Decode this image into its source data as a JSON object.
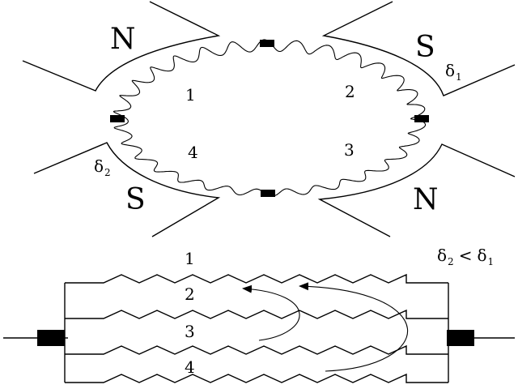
{
  "top": {
    "poles": {
      "top_left": "N",
      "top_right": "S",
      "bottom_left": "S",
      "bottom_right": "N"
    },
    "coil_numbers": [
      "1",
      "2",
      "3",
      "4"
    ],
    "gap_labels": {
      "right": {
        "symbol": "δ",
        "sub": "1"
      },
      "left": {
        "symbol": "δ",
        "sub": "2"
      }
    }
  },
  "bottom": {
    "wire_numbers": [
      "1",
      "2",
      "3",
      "4"
    ],
    "relation": {
      "a_symbol": "δ",
      "a_sub": "2",
      "op": "<",
      "b_symbol": "δ",
      "b_sub": "1"
    }
  }
}
